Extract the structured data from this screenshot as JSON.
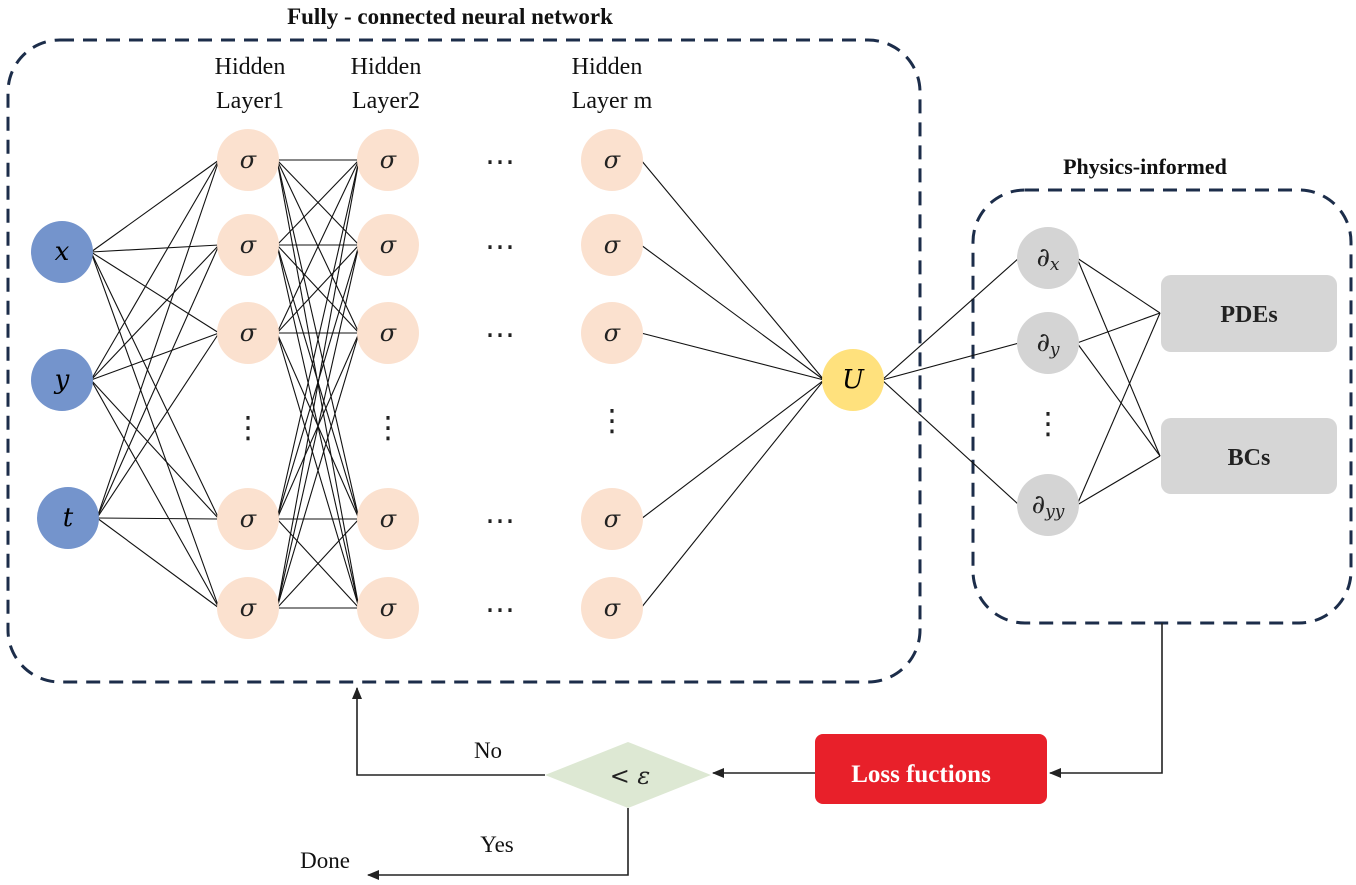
{
  "titles": {
    "fcnn": "Fully - connected neural network",
    "physics": "Physics-informed"
  },
  "layer_headers": [
    {
      "line1": "Hidden",
      "line2": "Layer1"
    },
    {
      "line1": "Hidden",
      "line2": "Layer2"
    },
    {
      "line1": "Hidden",
      "line2": "Layer m"
    }
  ],
  "inputs": [
    {
      "symbol": "x"
    },
    {
      "symbol": "y"
    },
    {
      "symbol": "t"
    }
  ],
  "neuron_symbol": "σ",
  "ellipsis": "⋯",
  "vertical_dots": "⋮",
  "output": {
    "symbol": "U"
  },
  "derivatives": [
    {
      "base": "∂",
      "sub": "x"
    },
    {
      "base": "∂",
      "sub": "y"
    },
    {
      "base": "∂",
      "sub": "yy"
    }
  ],
  "boxes": {
    "pdes": "PDEs",
    "bcs": "BCs"
  },
  "loss": "Loss fuctions",
  "decision": "< ε",
  "flow": {
    "no": "No",
    "yes": "Yes",
    "done": "Done"
  },
  "colors": {
    "input": "#7494cc",
    "neuron": "#fbe1cf",
    "output": "#ffe17d",
    "derivative": "#d4d4d4",
    "box": "#d6d6d6",
    "loss": "#e8202a",
    "decision": "#dde8d3",
    "dash": "#1c2d4a"
  }
}
